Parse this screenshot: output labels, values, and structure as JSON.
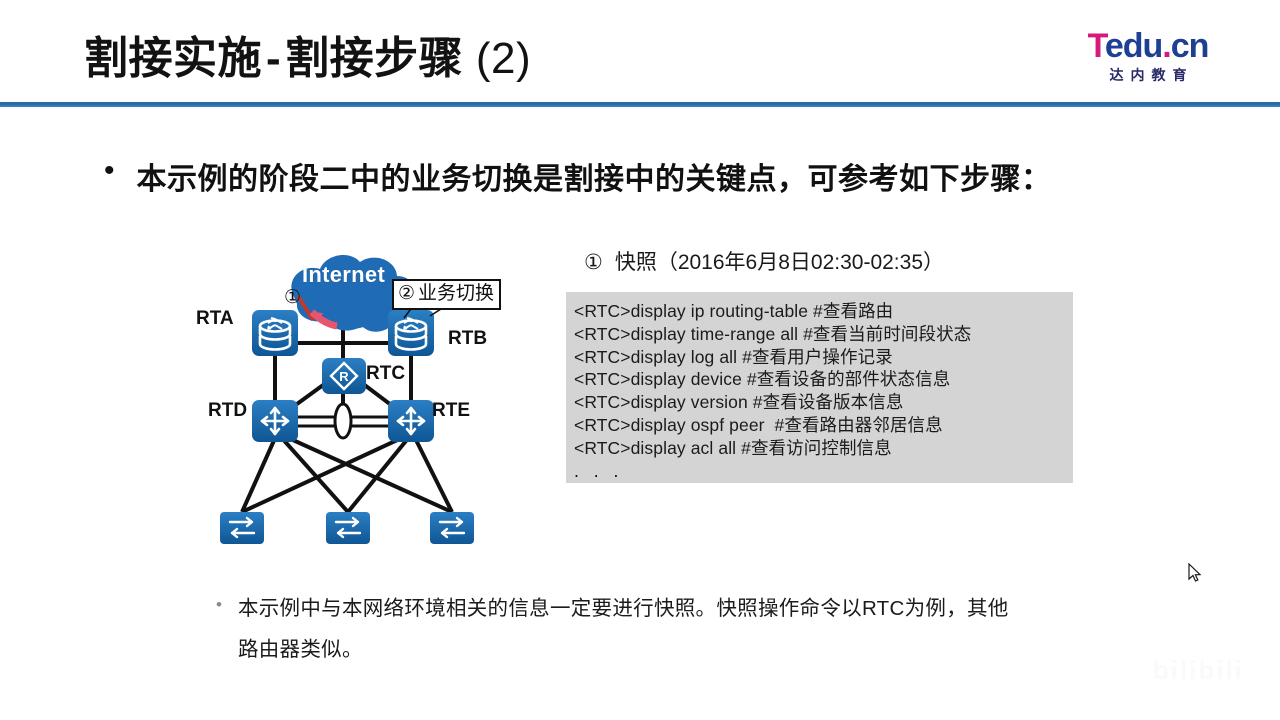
{
  "header": {
    "title_main": "割接实施",
    "title_dash": "-",
    "title_second": "割接步骤",
    "title_suffix": "(2)",
    "rule_color": "#2e6ea6"
  },
  "logo": {
    "t": "T",
    "edu": "edu",
    "dot": ".",
    "cn": "cn",
    "sub": "达内教育",
    "pink": "#d6197d",
    "blue": "#1f3f94"
  },
  "main": {
    "bullet_marker": "•",
    "bullet_text": "本示例的阶段二中的业务切换是割接中的关键点，可参考如下步骤："
  },
  "step": {
    "number": "①",
    "label": "快照（2016年6月8日02:30-02:35）"
  },
  "code": {
    "background": "#d4d4d4",
    "lines": [
      "<RTC>display ip routing-table #查看路由",
      "<RTC>display time-range all #查看当前时间段状态",
      "<RTC>display log all #查看用户操作记录",
      "<RTC>display device #查看设备的部件状态信息",
      "<RTC>display version #查看设备版本信息",
      "<RTC>display ospf peer  #查看路由器邻居信息",
      "<RTC>display acl all #查看访问控制信息"
    ],
    "ellipsis": ". . ."
  },
  "sub": {
    "bullet_marker": "•",
    "text": "本示例中与本网络环境相关的信息一定要进行快照。快照操作命令以RTC为例，其他路由器类似。"
  },
  "diagram": {
    "cloud_label": "Internet",
    "cloud_color": "#1f6bb5",
    "device_color": "#1565b0",
    "marker_one": "①",
    "tag_number": "②",
    "tag_text": "业务切换",
    "arrow_color": "#e8556f",
    "nodes": [
      {
        "id": "rta",
        "label": "RTA",
        "type": "router"
      },
      {
        "id": "rtb",
        "label": "RTB",
        "type": "router"
      },
      {
        "id": "rtc",
        "label": "RTC",
        "type": "router-core"
      },
      {
        "id": "rtd",
        "label": "RTD",
        "type": "l3-switch"
      },
      {
        "id": "rte",
        "label": "RTE",
        "type": "l3-switch"
      },
      {
        "id": "sw1",
        "label": "",
        "type": "access-switch"
      },
      {
        "id": "sw2",
        "label": "",
        "type": "access-switch"
      },
      {
        "id": "sw3",
        "label": "",
        "type": "access-switch"
      }
    ]
  },
  "watermark": {
    "text": "bilibili"
  }
}
